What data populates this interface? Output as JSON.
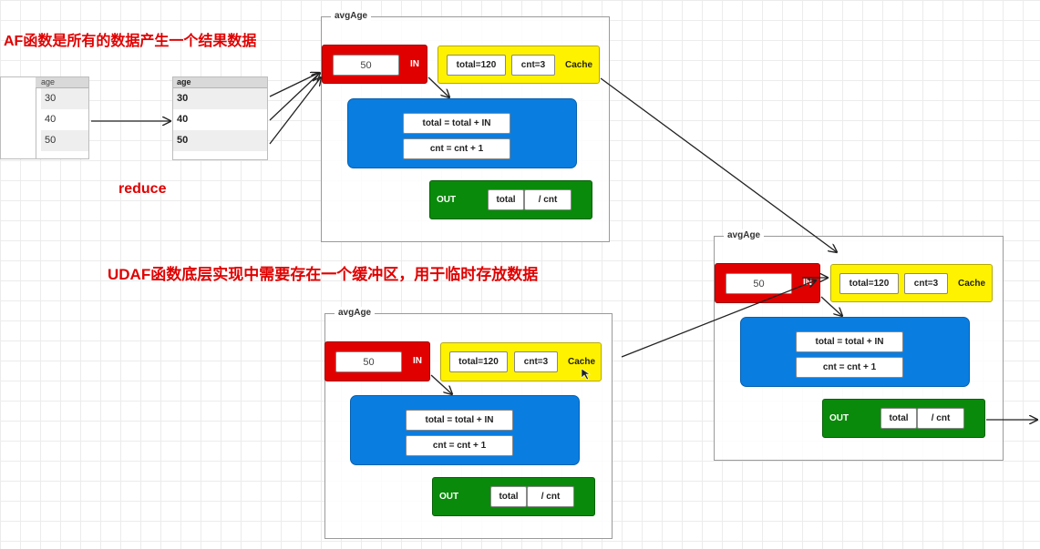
{
  "notes": {
    "top": "AF函数是所有的数据产生一个结果数据",
    "reduce": "reduce",
    "middle": "UDAF函数底层实现中需要存在一个缓冲区，用于临时存放数据"
  },
  "source_table": {
    "header": "age",
    "rows": [
      "30",
      "40",
      "50"
    ]
  },
  "result_table": {
    "header": "age",
    "rows": [
      "30",
      "40",
      "50"
    ]
  },
  "functions": [
    {
      "title": "avgAge",
      "in_value": "50",
      "in_label": "IN",
      "cache_total": "total=120",
      "cache_cnt": "cnt=3",
      "cache_label": "Cache",
      "op1": "total = total + IN",
      "op2": "cnt = cnt + 1",
      "out_label": "OUT",
      "out_total": "total",
      "out_div": "/ cnt"
    },
    {
      "title": "avgAge",
      "in_value": "50",
      "in_label": "IN",
      "cache_total": "total=120",
      "cache_cnt": "cnt=3",
      "cache_label": "Cache",
      "op1": "total = total + IN",
      "op2": "cnt = cnt + 1",
      "out_label": "OUT",
      "out_total": "total",
      "out_div": "/ cnt"
    },
    {
      "title": "avgAge",
      "in_value": "50",
      "in_label": "IN",
      "cache_total": "total=120",
      "cache_cnt": "cnt=3",
      "cache_label": "Cache",
      "op1": "total = total + IN",
      "op2": "cnt = cnt + 1",
      "out_label": "OUT",
      "out_total": "total",
      "out_div": "/ cnt"
    }
  ],
  "colors": {
    "red": "#e00000",
    "yellow": "#fff200",
    "blue": "#0a7de0",
    "green": "#0a8a0a"
  }
}
